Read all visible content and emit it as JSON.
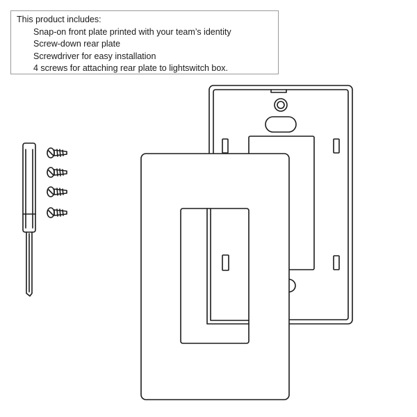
{
  "info": {
    "title": "This product includes:",
    "items": [
      "Snap-on front plate printed with your team’s identity",
      "Screw-down rear plate",
      "Screwdriver for easy installation",
      "4 screws for attaching rear plate to lightswitch box."
    ]
  },
  "colors": {
    "line": "#1a1a1a",
    "box_border": "#9a9a9a",
    "background": "#ffffff"
  },
  "icons": {
    "screwdriver": "screwdriver-icon",
    "screw": "screw-icon",
    "front_plate": "front-plate-illustration",
    "rear_plate": "rear-plate-illustration"
  },
  "screw_count": 4
}
